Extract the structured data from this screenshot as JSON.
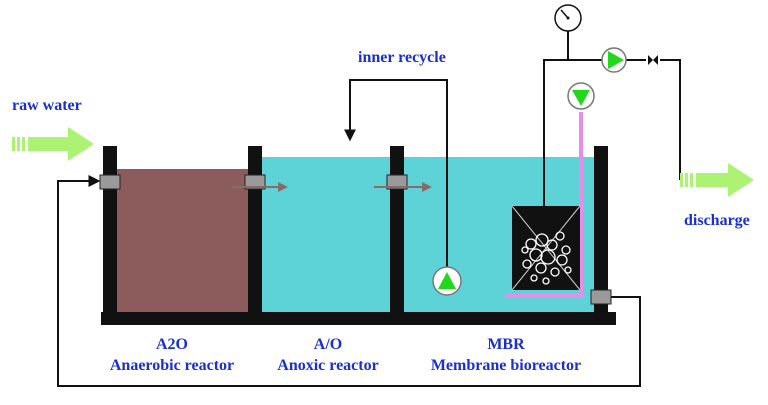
{
  "labels": {
    "raw_water": "raw water",
    "inner_recycle": "inner recycle",
    "discharge": "discharge",
    "a2o_title": "A2O",
    "a2o_subtitle": "Anaerobic reactor",
    "ao_title": "A/O",
    "ao_subtitle": "Anoxic reactor",
    "mbr_title": "MBR",
    "mbr_subtitle": "Membrane bioreactor"
  },
  "icons": {
    "pump": "pump-icon",
    "pressure_gauge": "pressure-gauge-icon",
    "valve": "valve-icon",
    "flow_arrow": "flow-arrow-icon",
    "membrane_module": "membrane-module-icon"
  },
  "colors": {
    "label_text": "#1a2fd0",
    "anaerobic_sludge": "#8c5c5c",
    "water": "#5dd3d7",
    "tank_wall": "#111111",
    "pump_fill": "#22d81c",
    "flow_arrow": "#adf373",
    "aeration_pipe": "#e58de9",
    "pipe_line": "#111111"
  }
}
